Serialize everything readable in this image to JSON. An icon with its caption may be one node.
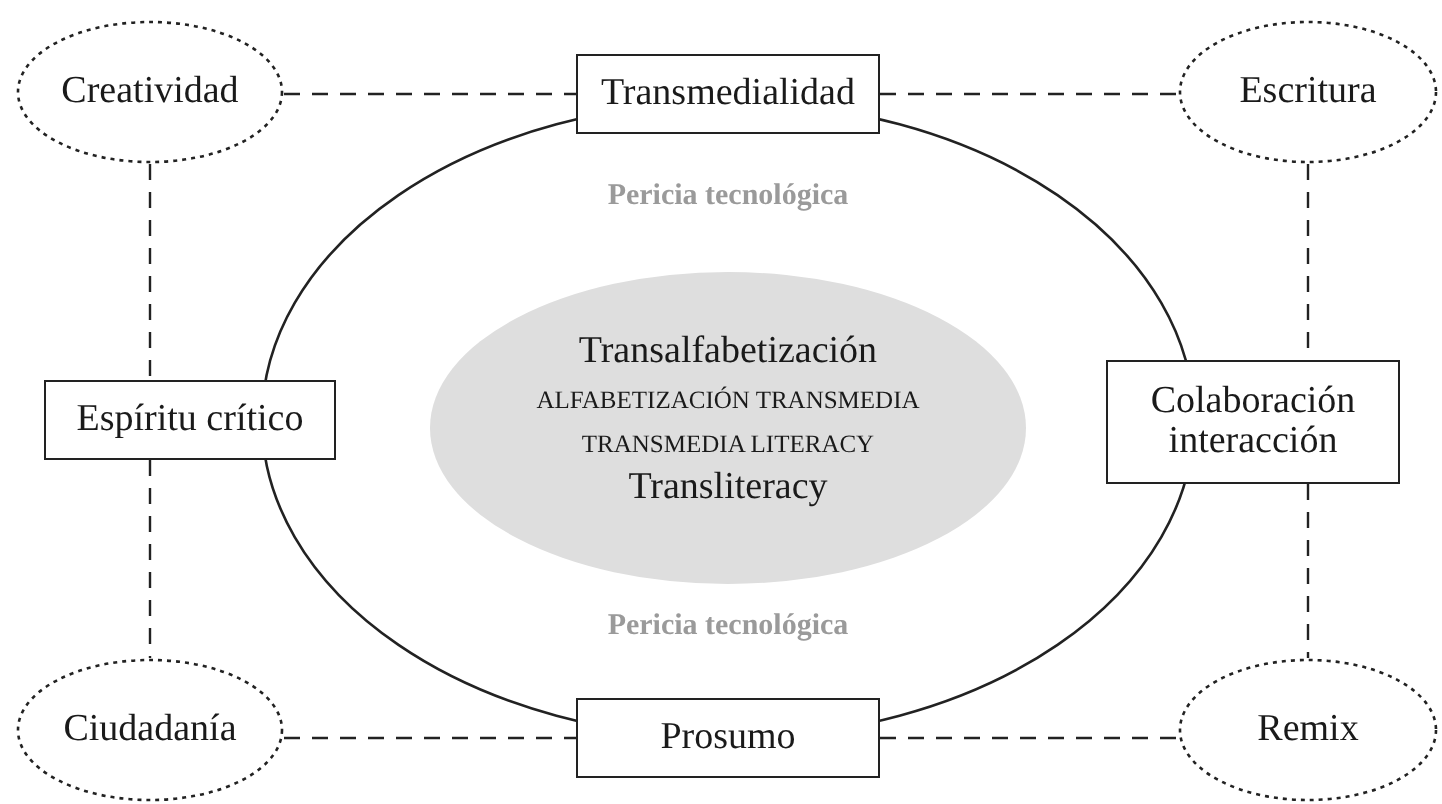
{
  "diagram": {
    "nodes": [
      {
        "text": [
          "Pericia tecnológica",
          "Pericia tecnológica"
        ]
      },
      {
        "text": [
          "Transalfabetización",
          "ALFABETIZACIÓN TRANSMEDIA",
          "TRANSMEDIA LITERACY",
          "Transliteracy"
        ],
        "in": 0
      },
      {
        "text": [
          "Creatividad"
        ]
      },
      {
        "text": [
          "Transmedialidad"
        ]
      },
      {
        "text": [
          "Escritura"
        ]
      },
      {
        "text": [
          "Espíritu crítico"
        ]
      },
      {
        "text": [
          "Colaboración interacción"
        ]
      },
      {
        "text": [
          "Ciudadanía"
        ]
      },
      {
        "text": [
          "Prosumo"
        ]
      },
      {
        "text": [
          "Remix"
        ]
      }
    ],
    "edges": [
      {
        "from": 2,
        "to": 3,
        "arrow": "none",
        "style": "dashed"
      },
      {
        "from": 3,
        "to": 4,
        "arrow": "none",
        "style": "dashed"
      },
      {
        "from": 2,
        "to": 5,
        "arrow": "none",
        "style": "dashed"
      },
      {
        "from": 5,
        "to": 7,
        "arrow": "none",
        "style": "dashed"
      },
      {
        "from": 4,
        "to": 6,
        "arrow": "none",
        "style": "dashed"
      },
      {
        "from": 6,
        "to": 9,
        "arrow": "none",
        "style": "dashed"
      },
      {
        "from": 7,
        "to": 8,
        "arrow": "none",
        "style": "dashed"
      },
      {
        "from": 8,
        "to": 9,
        "arrow": "none",
        "style": "dashed"
      }
    ]
  }
}
